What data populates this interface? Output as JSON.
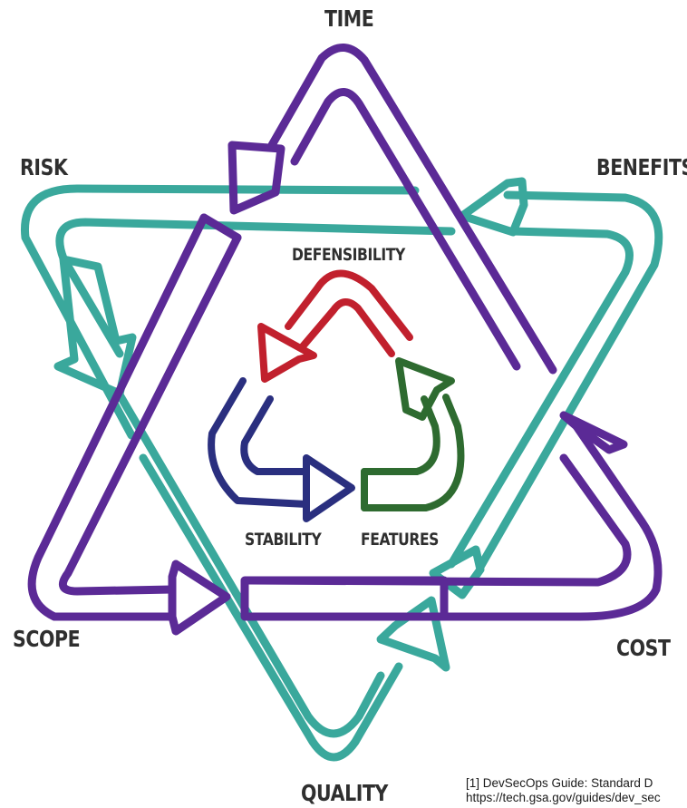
{
  "outer_labels": {
    "time": "TIME",
    "risk": "RISK",
    "benefits": "BENEFITS",
    "scope": "SCOPE",
    "cost": "COST",
    "quality": "QUALITY"
  },
  "inner_labels": {
    "defensibility": "DEFENSIBILITY",
    "stability": "STABILITY",
    "features": "FEATURES"
  },
  "footnote": {
    "line1": "[1] DevSecOps Guide: Standard D",
    "line2": "https://tech.gsa.gov/guides/dev_sec"
  },
  "colors": {
    "purple": "#5b2a96",
    "teal": "#3aa89c",
    "red": "#c1202d",
    "blue": "#2a2f7f",
    "green": "#2e6b30",
    "text": "#2f2f2f"
  }
}
